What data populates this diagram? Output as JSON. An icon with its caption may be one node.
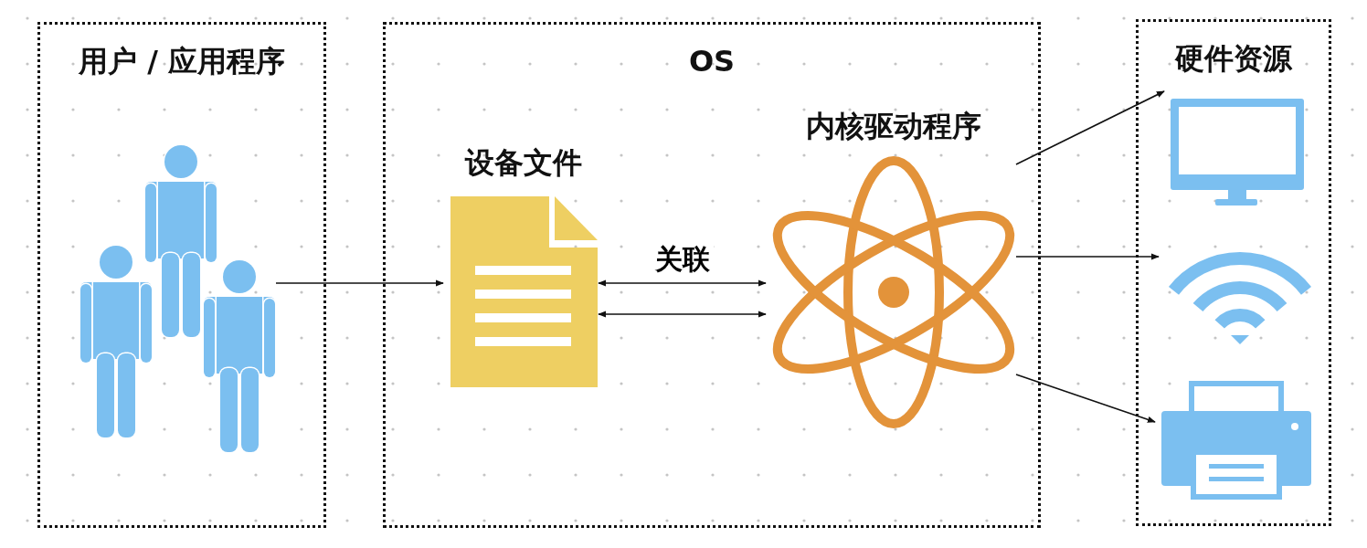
{
  "diagram": {
    "nodes": [
      {
        "text": [
          "用户 / 应用程序"
        ]
      },
      {
        "text": [],
        "shape": "person",
        "in": 0
      },
      {
        "text": [
          "OS"
        ]
      },
      {
        "text": [
          "设备文件"
        ],
        "in": 2
      },
      {
        "text": [
          "内核驱动程序"
        ],
        "in": 2
      },
      {
        "text": [
          "硬件资源"
        ]
      },
      {
        "text": [],
        "shape": "monitor",
        "in": 5
      },
      {
        "text": [],
        "shape": "wifi",
        "in": 5
      },
      {
        "text": [],
        "shape": "printer",
        "in": 5
      }
    ],
    "edges": [
      {
        "from": 1,
        "to": 3,
        "arrow": "to"
      },
      {
        "from": 3,
        "to": 4,
        "arrow": "both",
        "label": "关联"
      },
      {
        "from": 3,
        "to": 4,
        "arrow": "both"
      },
      {
        "from": 4,
        "to": 6,
        "arrow": "to"
      },
      {
        "from": 4,
        "to": 7,
        "arrow": "to"
      },
      {
        "from": 4,
        "to": 8,
        "arrow": "to"
      }
    ]
  }
}
